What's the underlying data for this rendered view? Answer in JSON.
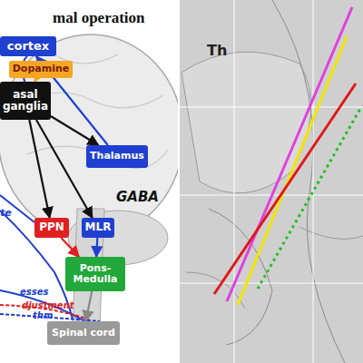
{
  "diagram": {
    "title": "mal operation",
    "nodes": [
      {
        "text": [
          "cortex"
        ]
      },
      {
        "text": [
          "Dopamine"
        ]
      },
      {
        "text": [
          "asal ganglia"
        ]
      },
      {
        "text": [
          "Thalamus"
        ]
      },
      {
        "text": [
          "PPN"
        ]
      },
      {
        "text": [
          "MLR"
        ]
      },
      {
        "text": [
          "Pons-Medulla"
        ]
      },
      {
        "text": [
          "Spinal cord"
        ]
      }
    ],
    "edges": [
      {
        "from": 3,
        "to": 0,
        "arrow": "to"
      },
      {
        "from": 2,
        "to": 3,
        "arrow": "to"
      },
      {
        "from": 2,
        "to": 4,
        "arrow": "to"
      },
      {
        "from": 2,
        "to": 5,
        "arrow": "to"
      },
      {
        "from": 4,
        "to": 6,
        "arrow": "to"
      },
      {
        "from": 5,
        "to": 6,
        "arrow": "to"
      },
      {
        "from": 6,
        "to": 7,
        "arrow": "to"
      },
      {
        "from": 1,
        "to": 2,
        "arrow": "to"
      }
    ],
    "labels": [
      "GABA",
      "te",
      "esses",
      "djustment",
      "thm",
      "Th"
    ]
  }
}
